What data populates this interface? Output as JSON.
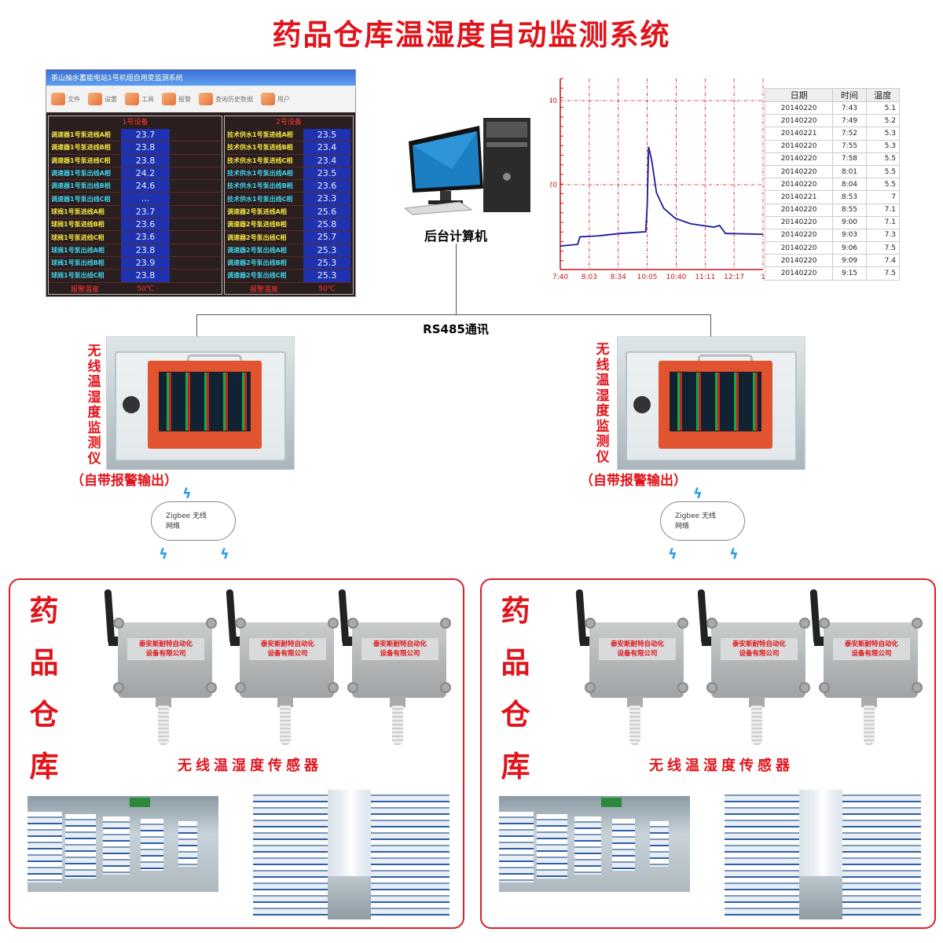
{
  "title": "药品仓库温湿度自动监测系统",
  "software": {
    "window_title": "茶山抽水蓄能电站1号机组自用变监测系统",
    "toolbar": [
      "文件",
      "设置",
      "工具",
      "报警",
      "查询历史数据",
      "用户"
    ],
    "panel1": {
      "header": "1号设备",
      "rows": [
        {
          "label": "调速器1号泵进线A相",
          "value": "23.7",
          "color": "#f2e341"
        },
        {
          "label": "调速器1号泵进线B相",
          "value": "23.8",
          "color": "#f2e341"
        },
        {
          "label": "调速器1号泵进线C相",
          "value": "23.8",
          "color": "#f2e341"
        },
        {
          "label": "调速器1号泵出线A相",
          "value": "24.2",
          "color": "#3fd0e8"
        },
        {
          "label": "调速器1号泵出线B相",
          "value": "24.6",
          "color": "#3fd0e8"
        },
        {
          "label": "调速器1号泵出线C相",
          "value": "...",
          "color": "#3fd0e8"
        },
        {
          "label": "球阀1号泵进线A相",
          "value": "23.7",
          "color": "#f2e341"
        },
        {
          "label": "球阀1号泵进线B相",
          "value": "23.6",
          "color": "#f2e341"
        },
        {
          "label": "球阀1号泵进线C相",
          "value": "23.6",
          "color": "#f2e341"
        },
        {
          "label": "球阀1号泵出线A相",
          "value": "23.8",
          "color": "#3fd0e8"
        },
        {
          "label": "球阀1号泵出线B相",
          "value": "23.9",
          "color": "#3fd0e8"
        },
        {
          "label": "球阀1号泵出线C相",
          "value": "23.8",
          "color": "#3fd0e8"
        }
      ],
      "alarm_label": "报警温度",
      "alarm_value": "50℃"
    },
    "panel2": {
      "header": "2号设备",
      "rows": [
        {
          "label": "技术供水1号泵进线A相",
          "value": "23.5",
          "color": "#f2e341"
        },
        {
          "label": "技术供水1号泵进线B相",
          "value": "23.4",
          "color": "#f2e341"
        },
        {
          "label": "技术供水1号泵进线C相",
          "value": "23.4",
          "color": "#f2e341"
        },
        {
          "label": "技术供水1号泵出线A相",
          "value": "23.5",
          "color": "#3fd0e8"
        },
        {
          "label": "技术供水1号泵出线B相",
          "value": "23.6",
          "color": "#3fd0e8"
        },
        {
          "label": "技术供水1号泵出线C相",
          "value": "23.3",
          "color": "#3fd0e8"
        },
        {
          "label": "调速器2号泵进线A相",
          "value": "25.6",
          "color": "#f2e341"
        },
        {
          "label": "调速器2号泵进线B相",
          "value": "25.8",
          "color": "#f2e341"
        },
        {
          "label": "调速器2号泵出线C相",
          "value": "25.7",
          "color": "#f2e341"
        },
        {
          "label": "调速器2号泵出线A相",
          "value": "25.3",
          "color": "#3fd0e8"
        },
        {
          "label": "调速器2号泵出线B相",
          "value": "25.3",
          "color": "#3fd0e8"
        },
        {
          "label": "调速器2号泵出线C相",
          "value": "25.3",
          "color": "#3fd0e8"
        }
      ],
      "alarm_label": "报警温度",
      "alarm_value": "50℃"
    }
  },
  "computer_label": "后台计算机",
  "chart_data": {
    "type": "line",
    "title": "",
    "xlabel": "",
    "ylabel": "",
    "x_ticks": [
      "7:40",
      "8:03",
      "8:34",
      "10:05",
      "10:40",
      "11:11",
      "12:17",
      "1"
    ],
    "y_ticks": [
      20,
      40
    ],
    "ylim": [
      0,
      45
    ],
    "grid": true,
    "series": [
      {
        "name": "温度",
        "points": [
          [
            0,
            5.4
          ],
          [
            0.6,
            5.8
          ],
          [
            0.68,
            7.6
          ],
          [
            1.27,
            7.8
          ],
          [
            2.08,
            8.4
          ],
          [
            2.95,
            8.8
          ],
          [
            3.0,
            15
          ],
          [
            3.05,
            29
          ],
          [
            3.16,
            25.6
          ],
          [
            3.32,
            18.1
          ],
          [
            3.57,
            14.4
          ],
          [
            3.97,
            12
          ],
          [
            4.5,
            10.7
          ],
          [
            5.3,
            9.9
          ],
          [
            5.5,
            10.3
          ],
          [
            5.7,
            8.4
          ],
          [
            7,
            8.2
          ]
        ]
      }
    ]
  },
  "record_table": {
    "headers": [
      "日期",
      "时间",
      "温度"
    ],
    "rows": [
      [
        "20140220",
        "7:43",
        "5.1"
      ],
      [
        "20140220",
        "7:49",
        "5.2"
      ],
      [
        "20140221",
        "7:52",
        "5.3"
      ],
      [
        "20140220",
        "7:55",
        "5.3"
      ],
      [
        "20140220",
        "7:58",
        "5.5"
      ],
      [
        "20140220",
        "8:01",
        "5.5"
      ],
      [
        "20140220",
        "8:04",
        "5.5"
      ],
      [
        "20140221",
        "8:53",
        "7"
      ],
      [
        "20140220",
        "8:55",
        "7.1"
      ],
      [
        "20140220",
        "9:00",
        "7.1"
      ],
      [
        "20140220",
        "9:03",
        "7.3"
      ],
      [
        "20140220",
        "9:06",
        "7.5"
      ],
      [
        "20140220",
        "9:09",
        "7.4"
      ],
      [
        "20140220",
        "9:15",
        "7.5"
      ]
    ]
  },
  "bus_label": "RS485通讯",
  "monitor": {
    "vertical_label": "无线温湿度监测仪",
    "alarm_note": "（自带报警输出）"
  },
  "zigbee": {
    "line1": "Zigbee 无线",
    "line2": "网络"
  },
  "warehouse": {
    "vertical_label": [
      "药",
      "品",
      "仓",
      "库"
    ],
    "sensor_brand_line1": "泰安斯耐特自动化",
    "sensor_brand_line2": "设备有限公司",
    "sensor_label": "无线温湿度传感器"
  },
  "colors": {
    "accent_red": "#e0141b",
    "chart_line": "#1a1a9a",
    "grid": "#c8141b"
  }
}
